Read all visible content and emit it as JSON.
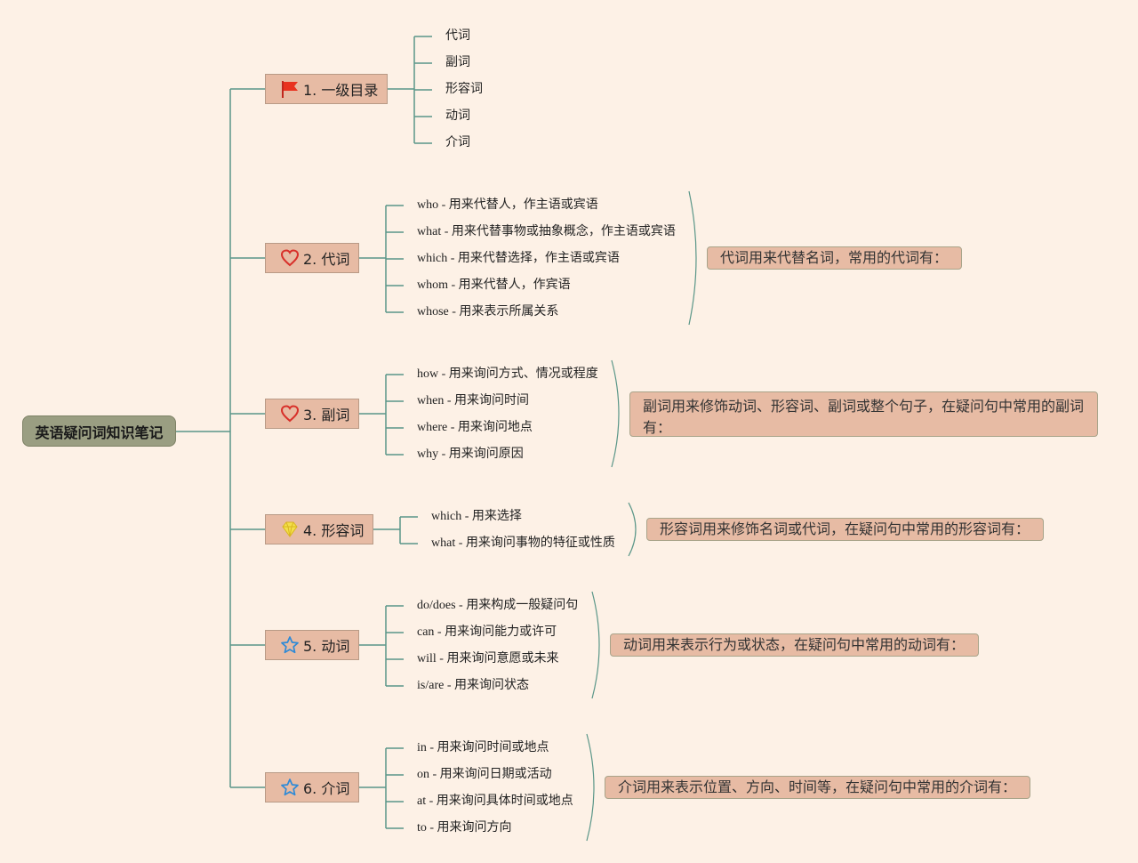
{
  "root": {
    "title": "英语疑问词知识笔记"
  },
  "branches": [
    {
      "label": "1. 一级目录",
      "icon": "flag-icon",
      "leaves": [
        "代词",
        "副词",
        "形容词",
        "动词",
        "介词"
      ],
      "note": ""
    },
    {
      "label": "2. 代词",
      "icon": "heart-icon",
      "leaves": [
        "who - 用来代替人，作主语或宾语",
        "what - 用来代替事物或抽象概念，作主语或宾语",
        "which - 用来代替选择，作主语或宾语",
        "whom - 用来代替人，作宾语",
        "whose - 用来表示所属关系"
      ],
      "note": "代词用来代替名词，常用的代词有："
    },
    {
      "label": "3. 副词",
      "icon": "heart-icon",
      "leaves": [
        "how - 用来询问方式、情况或程度",
        "when - 用来询问时间",
        "where - 用来询问地点",
        "why - 用来询问原因"
      ],
      "note": "副词用来修饰动词、形容词、副词或整个句子，在疑问句中常用的副词有："
    },
    {
      "label": "4. 形容词",
      "icon": "gem-icon",
      "leaves": [
        "which - 用来选择",
        "what - 用来询问事物的特征或性质"
      ],
      "note": "形容词用来修饰名词或代词，在疑问句中常用的形容词有："
    },
    {
      "label": "5. 动词",
      "icon": "star-icon",
      "leaves": [
        "do/does - 用来构成一般疑问句",
        "can - 用来询问能力或许可",
        "will - 用来询问意愿或未来",
        "is/are - 用来询问状态"
      ],
      "note": "动词用来表示行为或状态，在疑问句中常用的动词有："
    },
    {
      "label": "6. 介词",
      "icon": "star-icon",
      "leaves": [
        "in - 用来询问时间或地点",
        "on - 用来询问日期或活动",
        "at - 用来询问具体时间或地点",
        "to - 用来询问方向"
      ],
      "note": "介词用来表示位置、方向、时间等，在疑问句中常用的介词有："
    }
  ],
  "colors": {
    "line": "#5a9688",
    "background": "#fdf1e6",
    "node": "#e7bba4",
    "root": "#9a9e82"
  }
}
